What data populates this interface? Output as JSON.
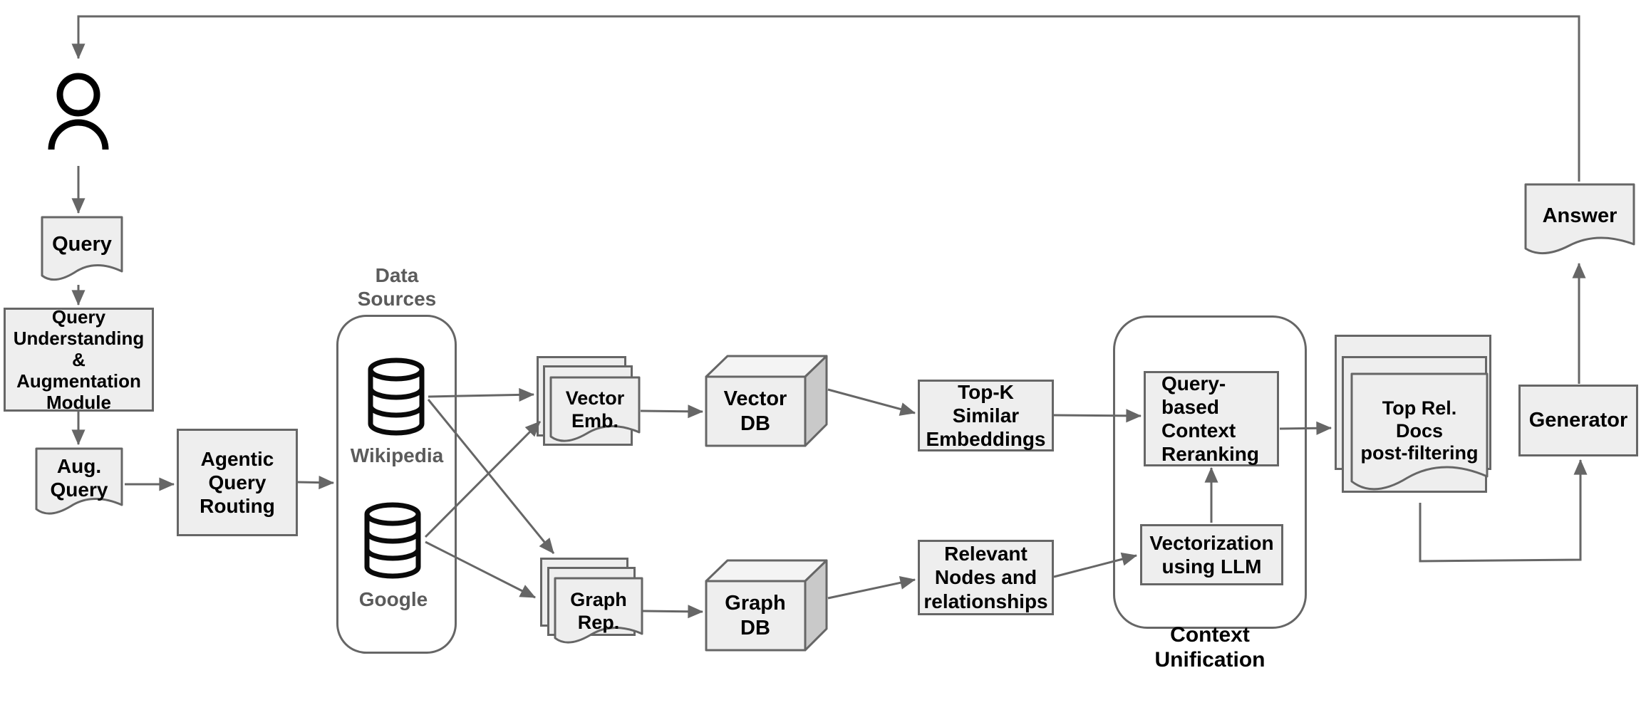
{
  "colors": {
    "background": "#ffffff",
    "shape_fill": "#eeeeee",
    "shape_stroke": "#666666",
    "arrow": "#666666",
    "text": "#000000",
    "muted_label": "#5b5b5b",
    "box3d_top": "#f4f4f4",
    "box3d_side": "#c9c9c9",
    "icon": "#000000"
  },
  "user": {
    "icon": "person-icon"
  },
  "query_doc": {
    "label": "Query"
  },
  "query_understanding": {
    "label": "Query\nUnderstanding\n&\nAugmentation\nModule"
  },
  "aug_query": {
    "label": "Aug.\nQuery"
  },
  "agentic_routing": {
    "label": "Agentic\nQuery\nRouting"
  },
  "data_sources": {
    "title": "Data\nSources",
    "items": [
      {
        "icon": "database-icon",
        "label": "Wikipedia"
      },
      {
        "icon": "database-icon",
        "label": "Google"
      }
    ]
  },
  "vector_emb": {
    "label": "Vector\nEmb."
  },
  "vector_db": {
    "label": "Vector\nDB"
  },
  "top_k": {
    "label": "Top-K\nSimilar\nEmbeddings"
  },
  "graph_rep": {
    "label": "Graph\nRep."
  },
  "graph_db": {
    "label": "Graph\nDB"
  },
  "relevant_nodes": {
    "label": "Relevant\nNodes and\nrelationships"
  },
  "context_unification": {
    "title": "Context Unification",
    "reranking": {
      "label": "Query-based\nContext\nReranking"
    },
    "vectorization": {
      "label": "Vectorization\nusing LLM"
    }
  },
  "top_rel_docs": {
    "label": "Top Rel.\nDocs\npost-filtering"
  },
  "generator": {
    "label": "Generator"
  },
  "answer_doc": {
    "label": "Answer"
  }
}
